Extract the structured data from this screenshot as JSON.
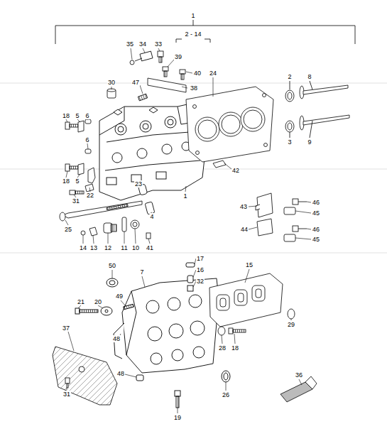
{
  "diagram": {
    "labels": [
      "1",
      "2 - 14",
      "35",
      "34",
      "33",
      "39",
      "40",
      "24",
      "38",
      "47",
      "2",
      "8",
      "30",
      "18",
      "5",
      "6",
      "3",
      "9",
      "6",
      "18",
      "5",
      "22",
      "42",
      "23",
      "1",
      "31",
      "43",
      "46",
      "45",
      "25",
      "4",
      "44",
      "46",
      "45",
      "14",
      "13",
      "12",
      "11",
      "10",
      "41",
      "17",
      "16",
      "32",
      "15",
      "50",
      "7",
      "49",
      "21",
      "20",
      "29",
      "37",
      "48",
      "28",
      "18",
      "48",
      "26",
      "36",
      "31",
      "19"
    ]
  }
}
